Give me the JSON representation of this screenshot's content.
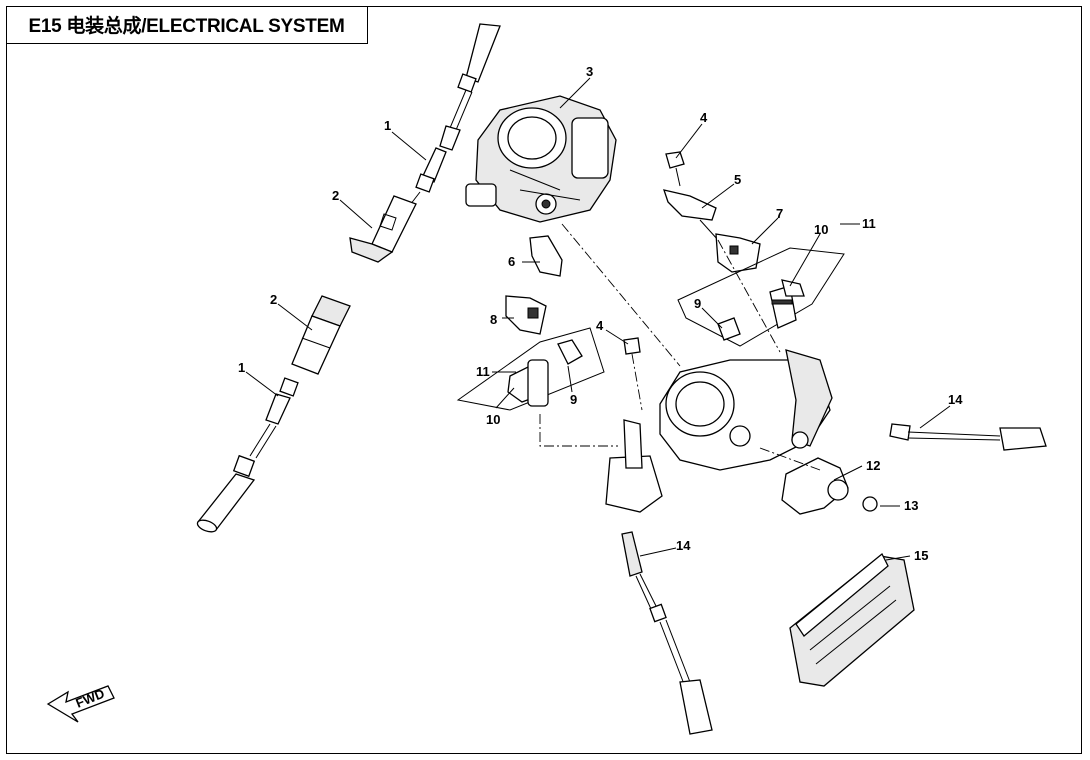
{
  "title": "E15 电装总成/ELECTRICAL SYSTEM",
  "fwd_label": "FWD",
  "callouts": [
    {
      "id": "c1a",
      "text": "1"
    },
    {
      "id": "c2a",
      "text": "2"
    },
    {
      "id": "c2b",
      "text": "2"
    },
    {
      "id": "c1b",
      "text": "1"
    },
    {
      "id": "c3",
      "text": "3"
    },
    {
      "id": "c4a",
      "text": "4"
    },
    {
      "id": "c5",
      "text": "5"
    },
    {
      "id": "c7",
      "text": "7"
    },
    {
      "id": "c11a",
      "text": "11"
    },
    {
      "id": "c10a",
      "text": "10"
    },
    {
      "id": "c9a",
      "text": "9"
    },
    {
      "id": "c6",
      "text": "6"
    },
    {
      "id": "c8",
      "text": "8"
    },
    {
      "id": "c4b",
      "text": "4"
    },
    {
      "id": "c11b",
      "text": "11"
    },
    {
      "id": "c9b",
      "text": "9"
    },
    {
      "id": "c10b",
      "text": "10"
    },
    {
      "id": "c14a",
      "text": "14"
    },
    {
      "id": "c12",
      "text": "12"
    },
    {
      "id": "c13",
      "text": "13"
    },
    {
      "id": "c14b",
      "text": "14"
    },
    {
      "id": "c15",
      "text": "15"
    }
  ]
}
